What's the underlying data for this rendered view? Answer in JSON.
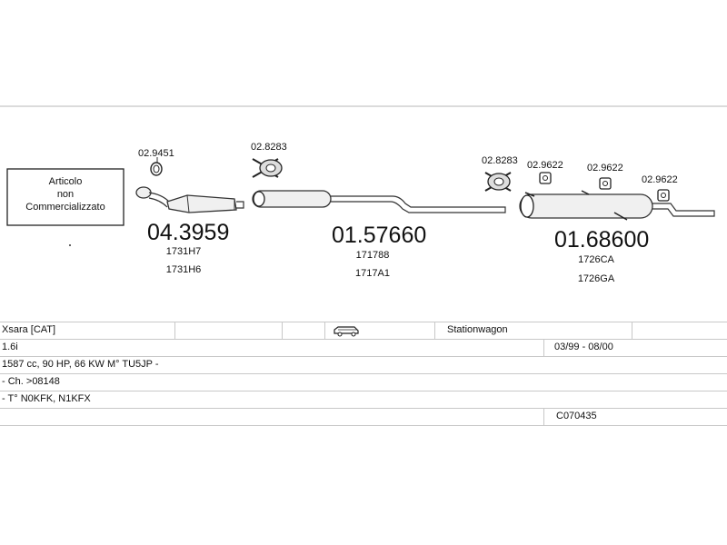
{
  "not_sold_box": {
    "lines": [
      "Articolo",
      "non",
      "Commercializzato"
    ]
  },
  "parts": {
    "catalyst": {
      "code": "04.3959",
      "refs": [
        "1731H7",
        "1731H6"
      ]
    },
    "middle_silencer": {
      "code": "01.57660",
      "refs": [
        "171788",
        "1717A1"
      ]
    },
    "rear_silencer": {
      "code": "01.68600",
      "refs": [
        "1726CA",
        "1726GA"
      ]
    }
  },
  "accessories": {
    "clamp_1": "02.9451",
    "gasket_1": "02.8283",
    "gasket_2": "02.8283",
    "rubber_1": "02.9622",
    "rubber_2": "02.9622",
    "rubber_3": "02.9622"
  },
  "vehicle": {
    "model": "Xsara  [CAT]",
    "body_type": "Stationwagon",
    "engine": "1.6i",
    "period": "03/99 - 08/00",
    "spec": "1587 cc, 90 HP, 66 KW M° TU5JP -",
    "chassis": "- Ch. >08148",
    "type_codes": "- T° N0KFK, N1KFX",
    "catalogue_code": "C070435"
  }
}
